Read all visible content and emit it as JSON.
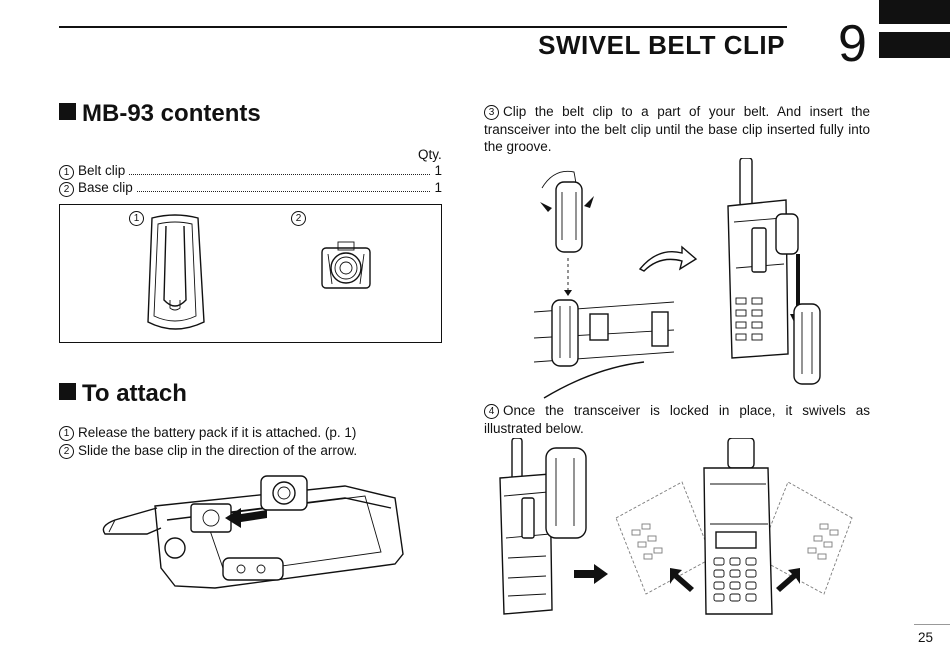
{
  "header": {
    "title": "SWIVEL BELT CLIP",
    "chapter": "9"
  },
  "contents": {
    "heading": "MB-93 contents",
    "qty_label": "Qty.",
    "items": [
      {
        "num": "1",
        "name": "Belt clip",
        "qty": "1"
      },
      {
        "num": "2",
        "name": "Base clip",
        "qty": "1"
      }
    ],
    "box_labels": [
      "1",
      "2"
    ]
  },
  "attach": {
    "heading": "To attach",
    "steps": [
      {
        "num": "1",
        "text": "Release the battery pack if it is attached. (p. 1)"
      },
      {
        "num": "2",
        "text": "Slide the base clip in the direction of the arrow."
      }
    ]
  },
  "right_steps": [
    {
      "num": "3",
      "text": "Clip the belt clip to a part of your belt. And insert the transceiver into the belt clip until the base clip inserted fully into the groove."
    },
    {
      "num": "4",
      "text": "Once the transceiver is locked in place, it swivels as illustrated below."
    }
  ],
  "page_number": "25",
  "icons": {
    "section_marker": "black-square-icon",
    "arrows": "black-arrow-icon"
  }
}
